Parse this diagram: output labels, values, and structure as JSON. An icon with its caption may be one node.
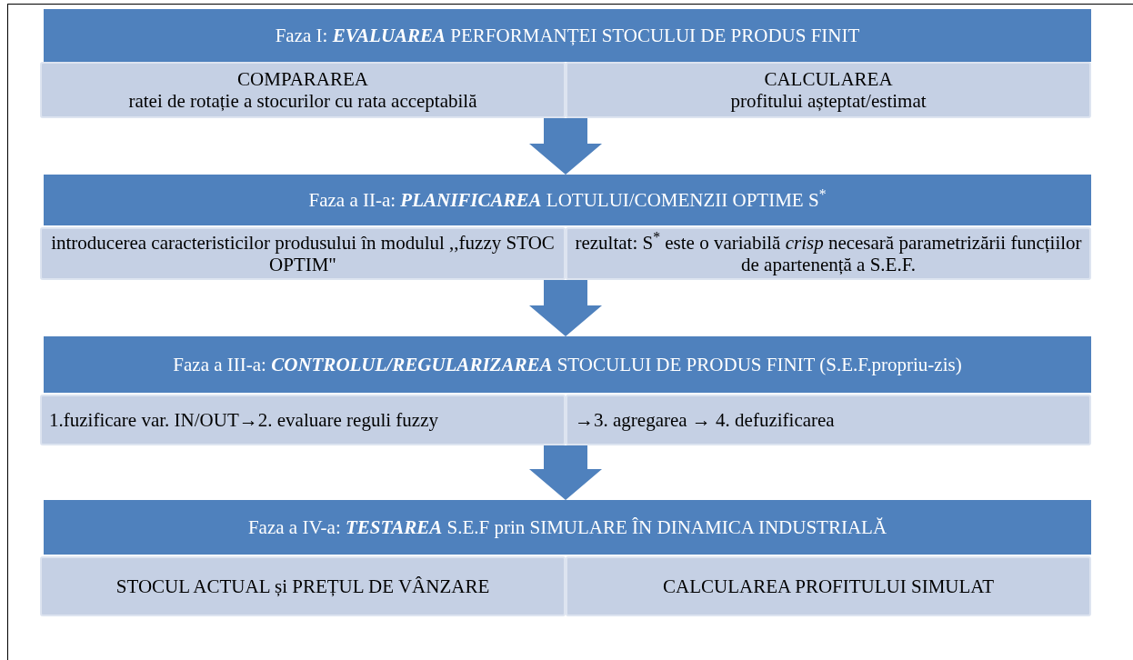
{
  "diagram": {
    "nodes": [
      {
        "text": [
          "Faza I: **EVALUAREA** PERFORMANȚEI STOCULUI DE PRODUS FINIT"
        ]
      },
      {
        "text": [
          "COMPARAREA",
          "ratei de rotație a stocurilor cu rata acceptabilă"
        ]
      },
      {
        "text": [
          "CALCULAREA",
          "profitului așteptat/estimat"
        ]
      },
      {
        "text": [
          "Faza a II-a: **PLANIFICAREA** LOTULUI/COMENZII OPTIME S$^{*}$"
        ]
      },
      {
        "text": [
          "introducerea caracteristicilor produsului în modulul ,,fuzzy STOC OPTIM\""
        ]
      },
      {
        "text": [
          "rezultat: S$^{*}$ este o variabilă *crisp* necesară parametrizării funcțiilor de apartenență a S.E.F."
        ]
      },
      {
        "text": [
          "Faza a III-a: **CONTROLUL/REGULARIZAREA** STOCULUI DE PRODUS FINIT (S.E.F.propriu-zis)"
        ]
      },
      {
        "text": [
          "1.fuzificare var. IN/OUT→2. evaluare reguli fuzzy"
        ]
      },
      {
        "text": [
          "→3. agregarea → 4. defuzificarea"
        ]
      },
      {
        "text": [
          "Faza a IV-a: **TESTAREA** S.E.F prin SIMULARE ÎN DINAMICA INDUSTRIALĂ"
        ]
      },
      {
        "text": [
          "STOCUL ACTUAL și PREȚUL DE VÂNZARE"
        ]
      },
      {
        "text": [
          "CALCULAREA PROFITULUI SIMULAT"
        ]
      }
    ],
    "edges": [
      {
        "from": 1,
        "to": 3,
        "arrow": "to"
      },
      {
        "from": 4,
        "to": 6,
        "arrow": "to"
      },
      {
        "from": 7,
        "to": 9,
        "arrow": "to"
      }
    ]
  }
}
